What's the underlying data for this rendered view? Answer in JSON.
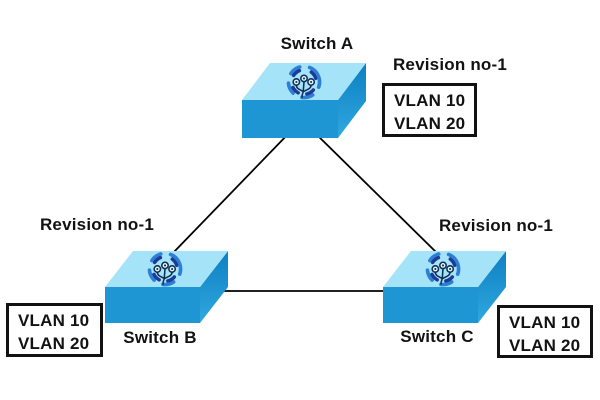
{
  "colors": {
    "switch_top": "#A5E3F8",
    "switch_front": "#1F96D4",
    "switch_side_dark": "#0E7FC2",
    "switch_side_light": "#2FA8DF",
    "link": "#000000",
    "text": "#121212",
    "vlan_box_border": "#121212",
    "icon_outer_ring": "#2E7FD4",
    "icon_inner_ring": "#1D3A96",
    "icon_detail": "#0D2D52",
    "icon_node_fill": "#E6F6FD"
  },
  "nodes": [
    {
      "label": "Switch A",
      "revision_label": "Revision no-1",
      "vlans": [
        "VLAN 10",
        "VLAN 20"
      ]
    },
    {
      "label": "Switch B",
      "revision_label": "Revision no-1",
      "vlans": [
        "VLAN 10",
        "VLAN 20"
      ]
    },
    {
      "label": "Switch C",
      "revision_label": "Revision no-1",
      "vlans": [
        "VLAN 10",
        "VLAN 20"
      ]
    }
  ],
  "links": [
    {
      "from": "Switch A",
      "to": "Switch B"
    },
    {
      "from": "Switch A",
      "to": "Switch C"
    },
    {
      "from": "Switch B",
      "to": "Switch C"
    }
  ]
}
